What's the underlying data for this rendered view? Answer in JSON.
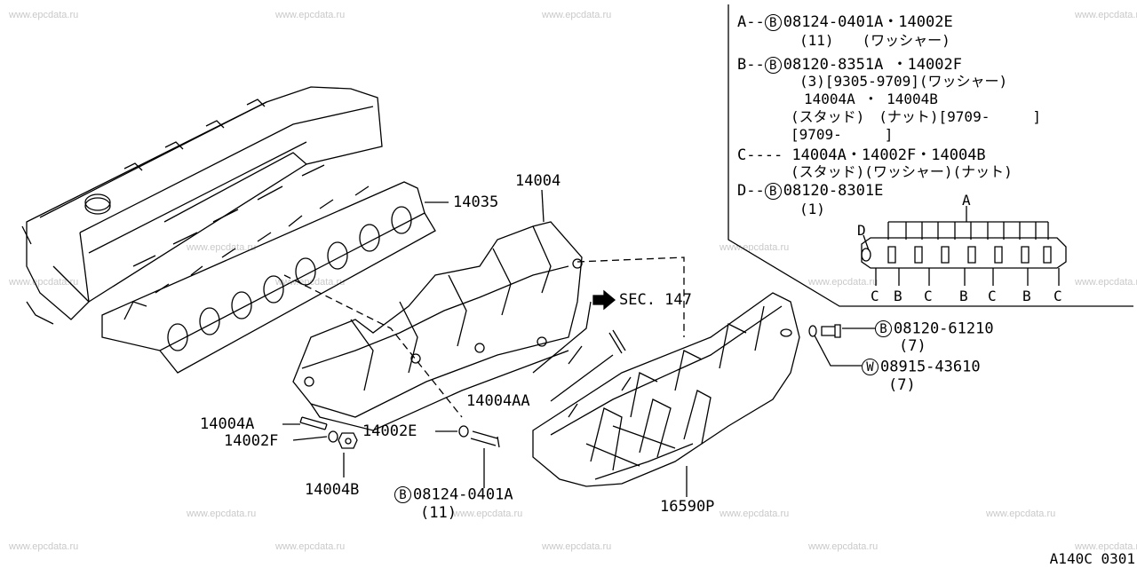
{
  "watermark": "www.epcdata.ru",
  "legend": {
    "A": {
      "key": "A--",
      "mark": "B",
      "part": "08124-0401A・14002E",
      "sub": [
        "(11)　　(ワッシャー)"
      ]
    },
    "B": {
      "key": "B--",
      "mark": "B",
      "part": "08120-8351A ・14002F",
      "sub": [
        "(3)[9305-9709](ワッシャー)",
        "14004A ・ 14004B",
        "(スタッド)　(ナット)[9709-　　　]",
        "[9709-　　　]"
      ]
    },
    "C": {
      "key": "C----",
      "part": "14004A・14002F・14004B",
      "sub": [
        "(スタッド)(ワッシャー)(ナット)"
      ]
    },
    "D": {
      "key": "D--",
      "mark": "B",
      "part": "08120-8301E",
      "sub": [
        "(1)"
      ]
    }
  },
  "inset": {
    "top_label": "A",
    "left_label": "D",
    "bottom_labels": [
      "C",
      "B",
      "C",
      "B",
      "C",
      "B",
      "C"
    ]
  },
  "parts": {
    "p14035": "14035",
    "p14004": "14004",
    "sec": "SEC. 147",
    "p14004AA": "14004AA",
    "p14004A": "14004A",
    "p14002F": "14002F",
    "p14002E": "14002E",
    "p14004B": "14004B",
    "bolt_b": {
      "mark": "B",
      "part": "08124-0401A",
      "qty": "(11)"
    },
    "bolt_right": {
      "mark": "B",
      "part": "08120-61210",
      "qty": "(7)"
    },
    "washer_right": {
      "mark": "W",
      "part": "08915-43610",
      "qty": "(7)"
    },
    "p16590P": "16590P"
  },
  "code": "A140C 0301"
}
